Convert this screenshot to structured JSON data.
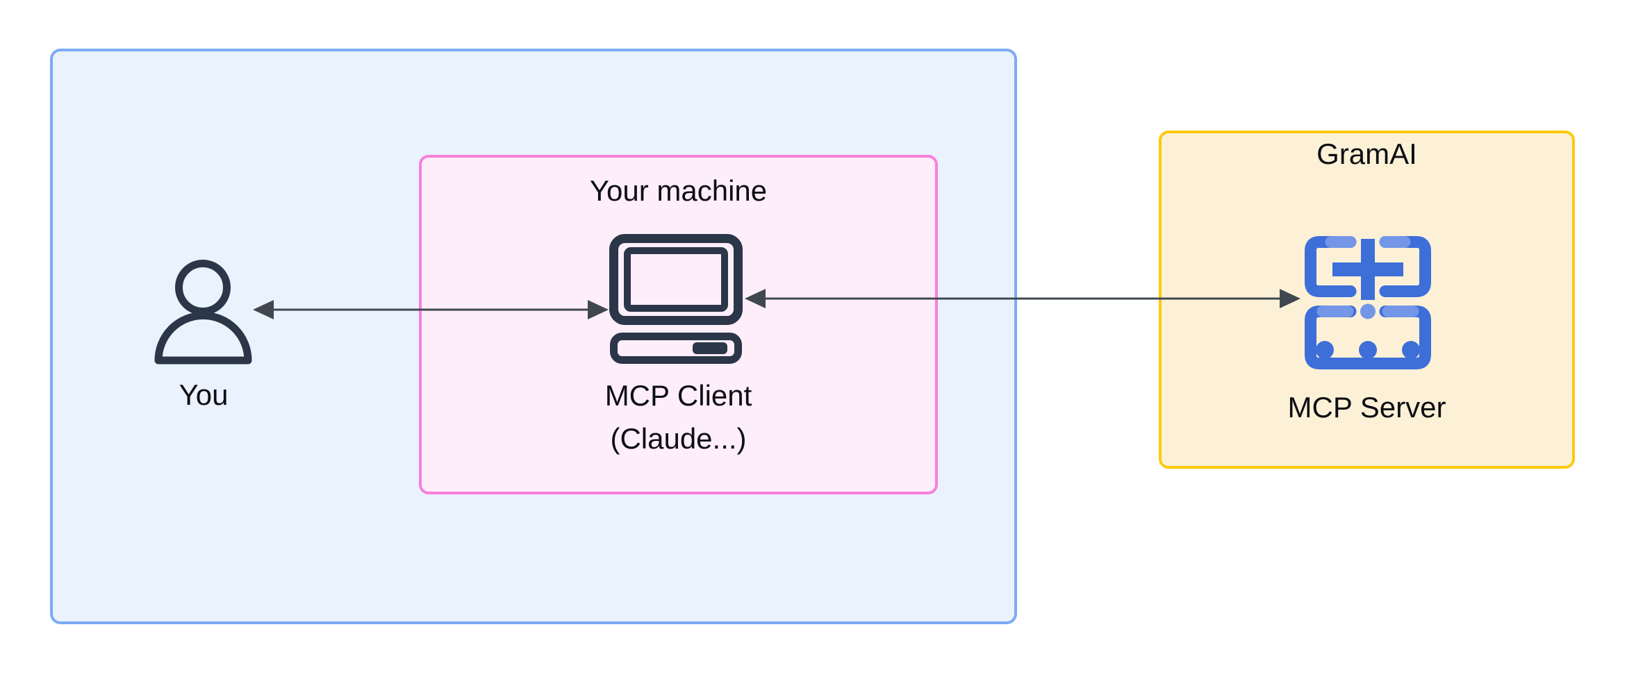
{
  "diagram_title": "",
  "containers": {
    "environment": {
      "note": "outer light blue container, no visible label"
    },
    "machine": {
      "label": "Your machine"
    },
    "provider": {
      "label": "GramAI"
    }
  },
  "nodes": {
    "user": {
      "label": "You",
      "icon": "person-icon"
    },
    "client": {
      "label": "MCP Client",
      "sublabel": "(Claude...)",
      "icon": "computer-icon"
    },
    "server": {
      "label": "MCP Server",
      "icon": "mcp-server-icon"
    }
  },
  "edges": [
    {
      "id": "user-client",
      "from": "You",
      "to": "MCP Client",
      "style": "bidirectional-arrow"
    },
    {
      "id": "client-server",
      "from": "MCP Client",
      "to": "MCP Server",
      "style": "bidirectional-arrow"
    }
  ],
  "colors": {
    "environment_border": "#7cabf4",
    "environment_fill": "#eaf2fd",
    "machine_border": "#f77fdc",
    "machine_fill": "#fdeefa",
    "provider_border": "#fec90f",
    "provider_fill": "#fcf1d7",
    "icon_dark": "#2b3648",
    "server_icon_blue": "#3e6ed8",
    "server_icon_light": "#7396e6",
    "arrow": "#40474f",
    "text": "#0d0f12",
    "page_background": "#ffffff"
  }
}
